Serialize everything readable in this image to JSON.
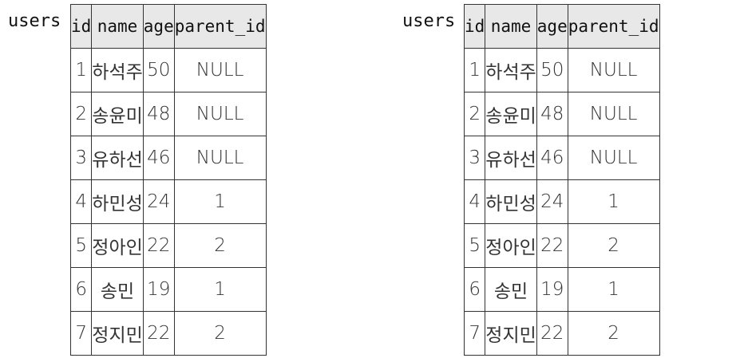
{
  "tables": [
    {
      "label": "users",
      "headers": [
        "id",
        "name",
        "age",
        "parent_id"
      ],
      "rows": [
        [
          "1",
          "하석주",
          "50",
          "NULL"
        ],
        [
          "2",
          "송윤미",
          "48",
          "NULL"
        ],
        [
          "3",
          "유하선",
          "46",
          "NULL"
        ],
        [
          "4",
          "하민성",
          "24",
          "1"
        ],
        [
          "5",
          "정아인",
          "22",
          "2"
        ],
        [
          "6",
          "송민",
          "19",
          "1"
        ],
        [
          "7",
          "정지민",
          "22",
          "2"
        ]
      ]
    },
    {
      "label": "users",
      "headers": [
        "id",
        "name",
        "age",
        "parent_id"
      ],
      "rows": [
        [
          "1",
          "하석주",
          "50",
          "NULL"
        ],
        [
          "2",
          "송윤미",
          "48",
          "NULL"
        ],
        [
          "3",
          "유하선",
          "46",
          "NULL"
        ],
        [
          "4",
          "하민성",
          "24",
          "1"
        ],
        [
          "5",
          "정아인",
          "22",
          "2"
        ],
        [
          "6",
          "송민",
          "19",
          "1"
        ],
        [
          "7",
          "정지민",
          "22",
          "2"
        ]
      ]
    }
  ]
}
